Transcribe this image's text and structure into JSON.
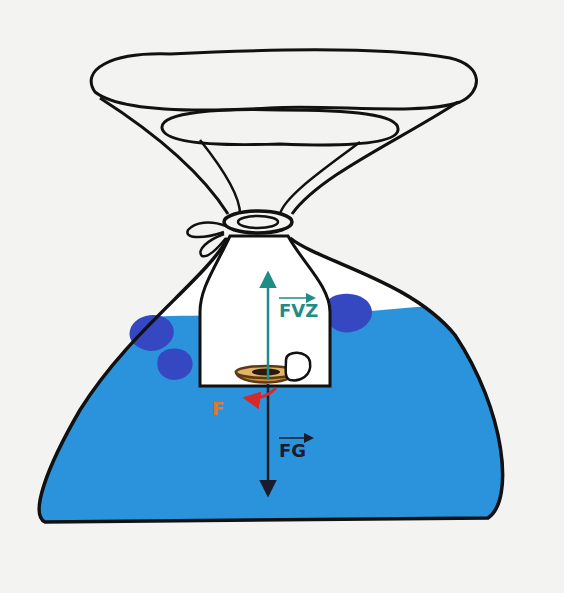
{
  "diagram": {
    "labels": [
      "FVZ",
      "F",
      "FG"
    ]
  }
}
